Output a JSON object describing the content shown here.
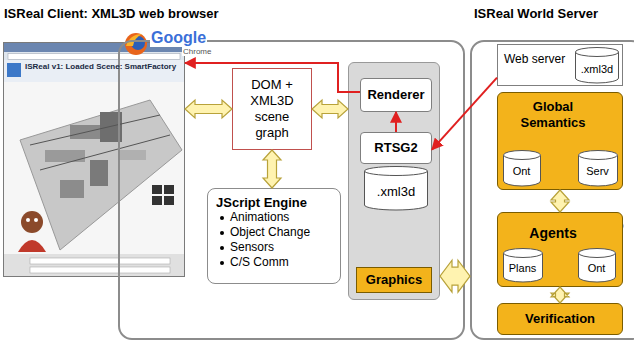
{
  "diagram": {
    "nodes": [
      {
        "text": [
          "ISReal Client: XML3D web browser"
        ]
      },
      {
        "text": [
          "ISReal v1: Loaded Scene: SmartFactory"
        ]
      },
      {
        "text": [
          "DOM + XML3D scene graph"
        ],
        "in": 0
      },
      {
        "text": [
          "JScript Engine",
          "Animations",
          "Object Change",
          "Sensors",
          "C/S Comm"
        ],
        "in": 0
      },
      {
        "text": [
          "Graphics"
        ],
        "in": 0
      },
      {
        "text": [
          "Renderer"
        ],
        "in": 4
      },
      {
        "text": [
          "RTSG2"
        ],
        "in": 4
      },
      {
        "text": [
          ".xml3d"
        ],
        "in": 4
      },
      {
        "text": [
          "ISReal World Server"
        ]
      },
      {
        "text": [
          "Web server"
        ],
        "in": 8
      },
      {
        "text": [
          ".xml3d"
        ],
        "in": 9
      },
      {
        "text": [
          "Global Semantics"
        ],
        "in": 8
      },
      {
        "text": [
          "Ont"
        ],
        "in": 11
      },
      {
        "text": [
          "Serv"
        ],
        "in": 11
      },
      {
        "text": [
          "Agents"
        ],
        "in": 8
      },
      {
        "text": [
          "Plans"
        ],
        "in": 14
      },
      {
        "text": [
          "Ont"
        ],
        "in": 14
      },
      {
        "text": [
          "Verification"
        ],
        "in": 8
      }
    ],
    "edges": [
      {
        "from": 2,
        "to": 1,
        "arrow": "both"
      },
      {
        "from": 2,
        "to": 4,
        "arrow": "both"
      },
      {
        "from": 2,
        "to": 3,
        "arrow": "both"
      },
      {
        "from": 5,
        "to": 1,
        "arrow": "to"
      },
      {
        "from": 6,
        "to": 5,
        "arrow": "to"
      },
      {
        "from": 9,
        "to": 6,
        "arrow": "to"
      },
      {
        "from": 4,
        "to": 8,
        "arrow": "both"
      },
      {
        "from": 11,
        "to": 14,
        "arrow": "both"
      },
      {
        "from": 14,
        "to": 17,
        "arrow": "both"
      }
    ],
    "labels": [
      "Google",
      "Chrome"
    ]
  }
}
